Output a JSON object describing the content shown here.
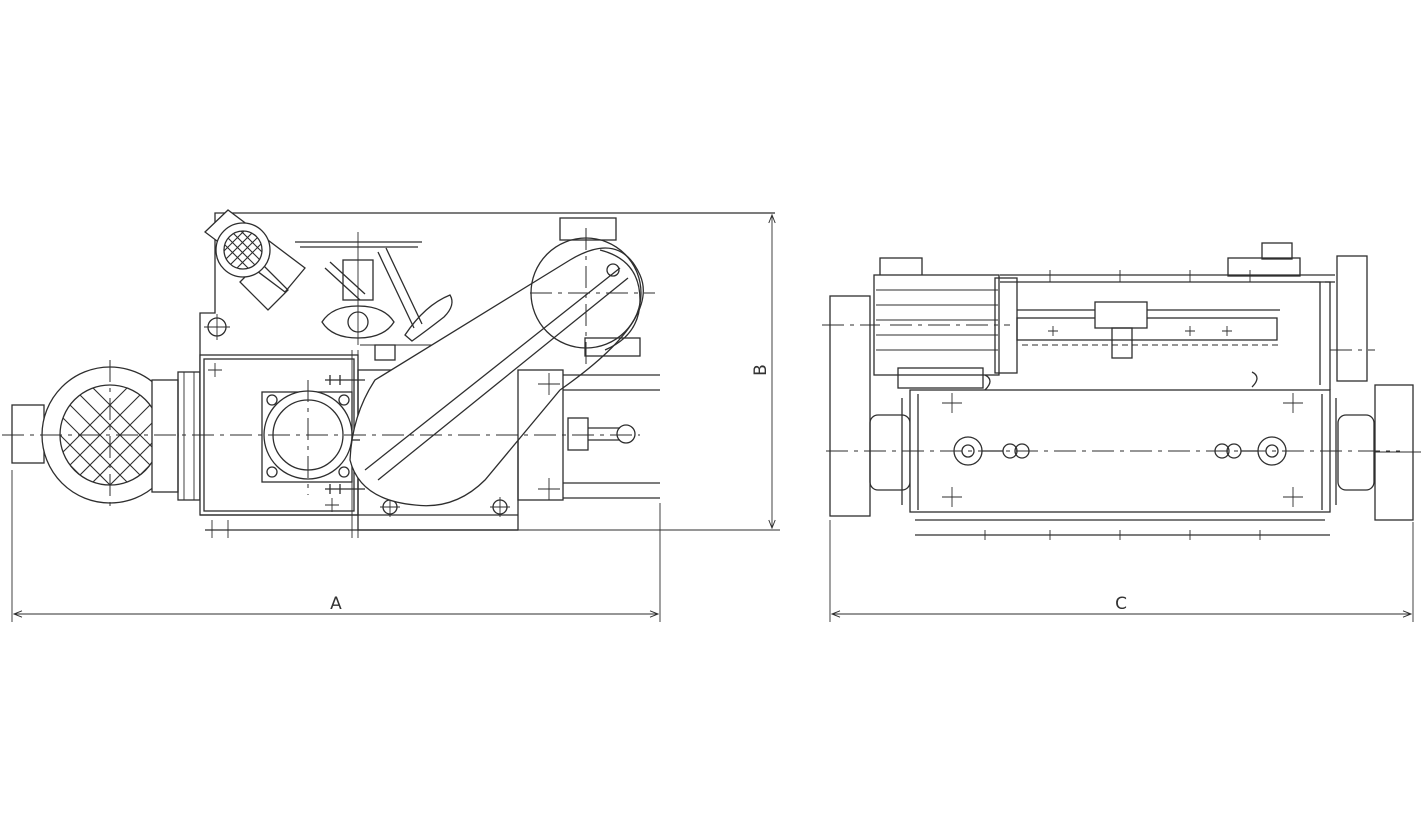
{
  "drawing": {
    "dimensions": [
      {
        "id": "A",
        "label": "A"
      },
      {
        "id": "B",
        "label": "B"
      },
      {
        "id": "C",
        "label": "C"
      }
    ],
    "colors": {
      "line": "#2e2e2e",
      "background": "#ffffff"
    }
  }
}
